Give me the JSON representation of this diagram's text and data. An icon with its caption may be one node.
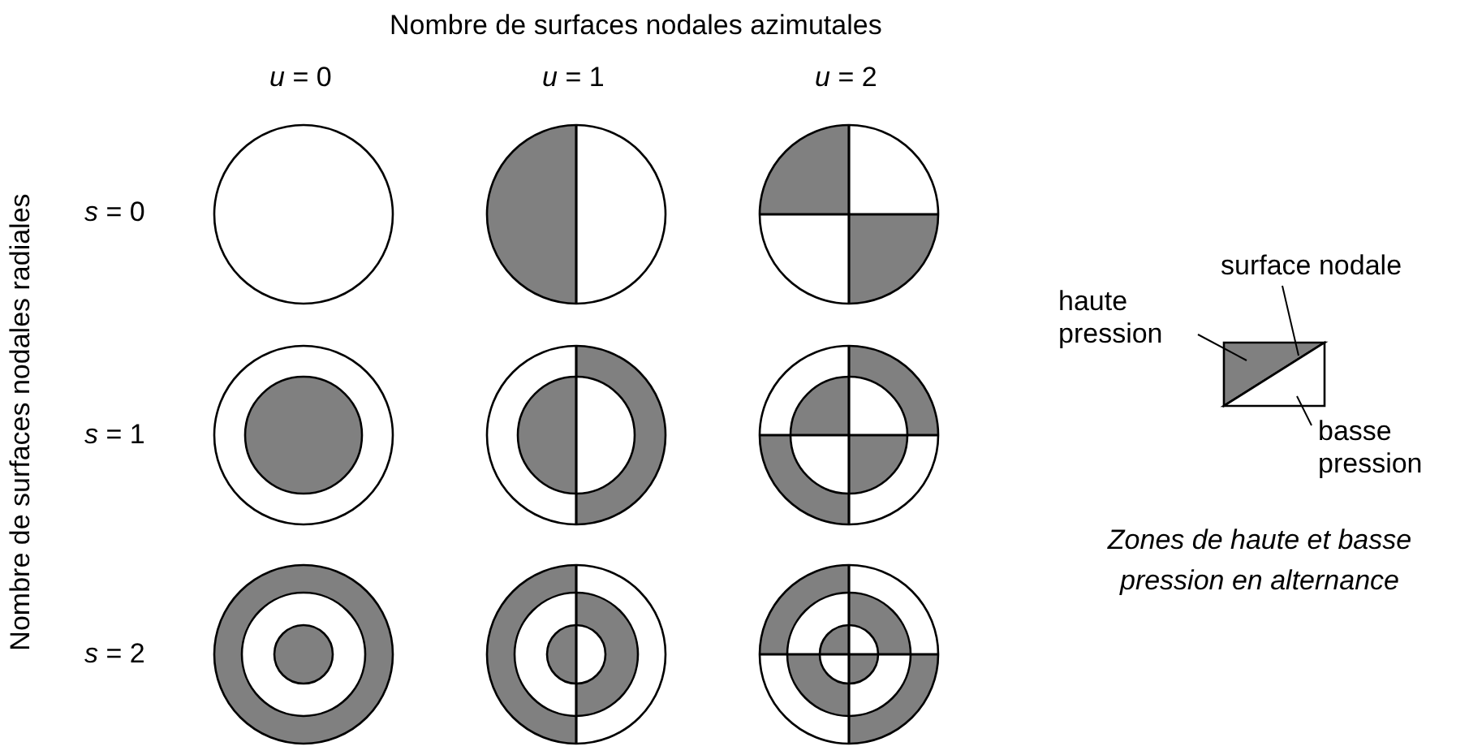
{
  "diagram": {
    "title": "Nombre de surfaces nodales azimutales",
    "caption": "Zones de haute et basse pression en alternance",
    "nodes": [
      {
        "text": [
          "surface nodale"
        ]
      },
      {
        "text": [
          "haute pression"
        ]
      },
      {
        "text": [
          "basse pression"
        ]
      },
      {
        "text": [],
        "shape": "triangle"
      },
      {
        "text": [],
        "shape": "line"
      },
      {
        "text": [],
        "shape": "triangle"
      }
    ],
    "edges": [
      {
        "from": 0,
        "to": 4,
        "arrow": "none"
      },
      {
        "from": 1,
        "to": 3,
        "arrow": "none"
      },
      {
        "from": 2,
        "to": 5,
        "arrow": "none"
      }
    ],
    "labels": [
      "*u* = 0",
      "*u* = 1",
      "*u* = 2",
      "Nombre de surfaces nodales radiales",
      "*s* = 0",
      "*s* = 1",
      "*s* = 2"
    ]
  }
}
